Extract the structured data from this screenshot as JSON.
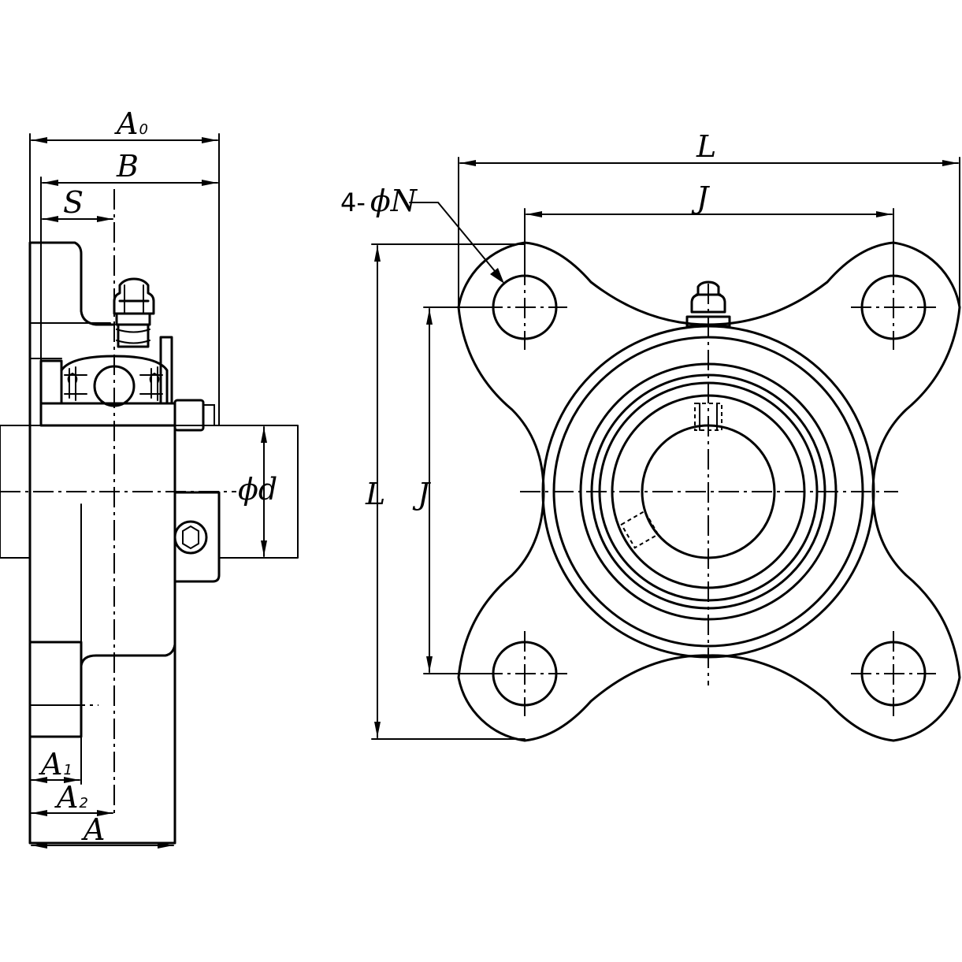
{
  "side_view": {
    "labels": {
      "A0": {
        "main": "A",
        "sub": "0"
      },
      "B": "B",
      "S": "S",
      "phi_d": "ϕd",
      "A1": {
        "main": "A",
        "sub": "1"
      },
      "A2": {
        "main": "A",
        "sub": "2"
      },
      "A": "A"
    }
  },
  "front_view": {
    "labels": {
      "bolt_holes": {
        "prefix": "4-",
        "main": "ϕN"
      },
      "L_horizontal": "L",
      "J_horizontal": "J",
      "L_vertical": "L",
      "J_vertical": "J"
    }
  }
}
